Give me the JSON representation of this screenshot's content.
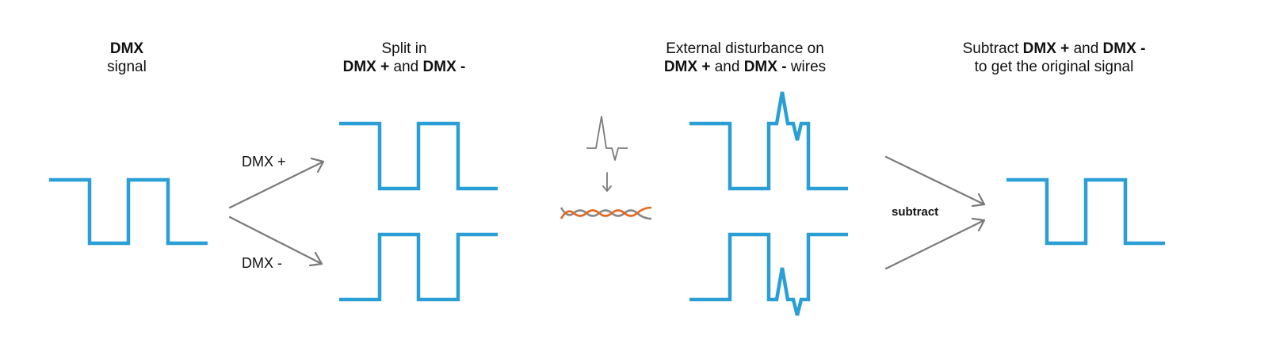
{
  "captions": {
    "dmx_signal": {
      "line1_bold": "DMX",
      "line2": "signal"
    },
    "split": {
      "line1": "Split in",
      "dmx": "DMX",
      "plus": "+",
      "and": "and",
      "minus": "-"
    },
    "disturbance": {
      "line1": "External disturbance on",
      "dmx": "DMX",
      "plus": "+",
      "and": "and",
      "minus": "-",
      "wires": "wires"
    },
    "subtract": {
      "prefix": "Subtract",
      "dmx": "DMX",
      "plus": "+",
      "and": "and",
      "minus": "-",
      "line2": "to get the original signal"
    }
  },
  "labels": {
    "dmx_plus": "DMX +",
    "dmx_minus": "DMX -",
    "subtract": "subtract"
  },
  "colors": {
    "signal": "#2a9fd6",
    "arrow": "#7a7a7a",
    "wire_a": "#e8661f",
    "wire_b": "#888888"
  },
  "icons": [
    "arrow-right-icon",
    "disturbance-pulse-icon",
    "down-arrow-icon",
    "twisted-pair-icon"
  ]
}
